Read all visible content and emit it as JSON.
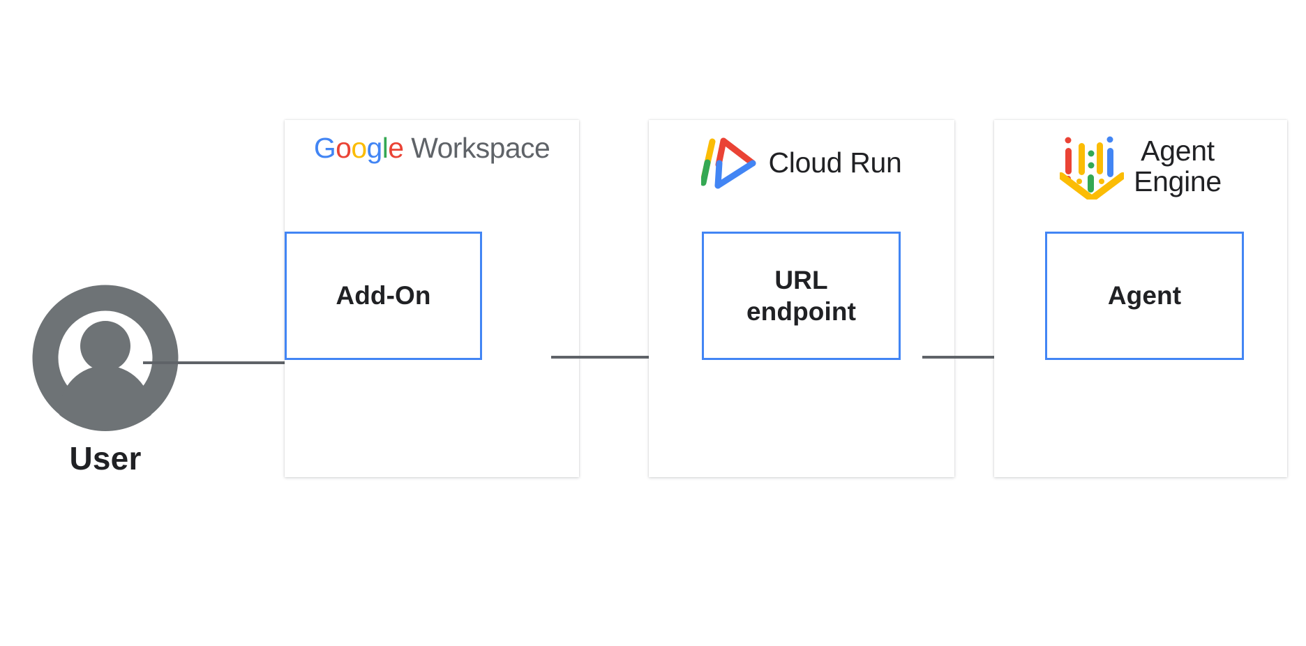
{
  "diagram": {
    "title": "Google Workspace Add-On to Cloud Run to Agent Engine flow",
    "background": "#ffffff",
    "accent_blue": "#4285F4",
    "connector_gray": "#5F6368",
    "text_dark": "#202124",
    "actor": {
      "icon": "user-avatar-icon",
      "label": "User"
    },
    "cards": [
      {
        "id": "google-workspace",
        "logo": "google-workspace-logo",
        "title": "Google Workspace",
        "wordmark": {
          "letters": [
            {
              "char": "G",
              "color": "#4285F4"
            },
            {
              "char": "o",
              "color": "#EA4335"
            },
            {
              "char": "o",
              "color": "#FBBC05"
            },
            {
              "char": "g",
              "color": "#4285F4"
            },
            {
              "char": "l",
              "color": "#34A853"
            },
            {
              "char": "e",
              "color": "#EA4335"
            }
          ],
          "suffix": " Workspace",
          "suffix_color": "#5F6368"
        },
        "node": {
          "label": "Add-On",
          "border_color": "#4285F4"
        }
      },
      {
        "id": "cloud-run",
        "logo": "cloud-run-logo",
        "title": "Cloud Run",
        "node": {
          "label": "URL\nendpoint",
          "border_color": "#4285F4"
        }
      },
      {
        "id": "agent-engine",
        "logo": "agent-engine-logo",
        "title": "Agent\nEngine",
        "node": {
          "label": "Agent",
          "border_color": "#4285F4"
        }
      }
    ],
    "connectors": [
      {
        "id": "user-to-addon",
        "from": "User",
        "to": "Add-On",
        "color": "#5F6368"
      },
      {
        "id": "addon-to-url-endpoint",
        "from": "Add-On",
        "to": "URL endpoint",
        "color": "#5F6368"
      },
      {
        "id": "url-endpoint-to-agent",
        "from": "URL endpoint",
        "to": "Agent",
        "color": "#5F6368"
      }
    ]
  }
}
